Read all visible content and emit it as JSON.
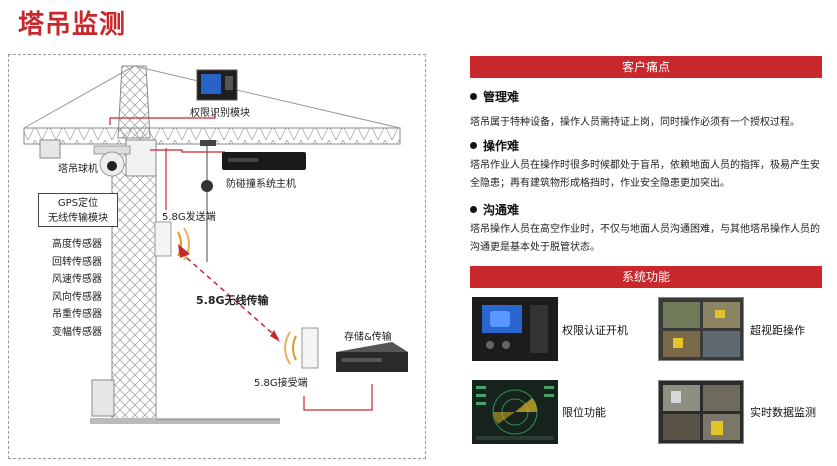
{
  "page": {
    "title": "塔吊监测"
  },
  "diagram": {
    "auth_module_label": "权限识别模块",
    "camera_label": "塔吊球机",
    "host_label": "防碰撞系统主机",
    "gps_line1": "GPS定位",
    "gps_line2": "无线传输模块",
    "sensors": [
      "高度传感器",
      "回转传感器",
      "风速传感器",
      "风向传感器",
      "吊重传感器",
      "变幅传感器"
    ],
    "sender_label": "5.8G发送端",
    "wireless_label": "5.8G无线传输",
    "receiver_label": "5.8G接受端",
    "storage_label": "存储&传输"
  },
  "pain_points": {
    "header": "客户痛点",
    "items": [
      {
        "title": "管理难",
        "desc": "塔吊属于特种设备，操作人员需持证上岗，同时操作必须有一个授权过程。"
      },
      {
        "title": "操作难",
        "desc": "塔吊作业人员在操作时很多时候都处于盲吊，依赖地面人员的指挥，极易产生安全隐患；再有建筑物形成格挡时，作业安全隐患更加突出。"
      },
      {
        "title": "沟通难",
        "desc": "塔吊操作人员在高空作业时，不仅与地面人员沟通困难，与其他塔吊操作人员的沟通更是基本处于脱管状态。"
      }
    ]
  },
  "functions": {
    "header": "系统功能",
    "items": [
      {
        "label": "权限认证开机"
      },
      {
        "label": "超视距操作"
      },
      {
        "label": "限位功能"
      },
      {
        "label": "实时数据监测"
      }
    ]
  },
  "colors": {
    "accent": "#c8282c",
    "text": "#222222"
  }
}
